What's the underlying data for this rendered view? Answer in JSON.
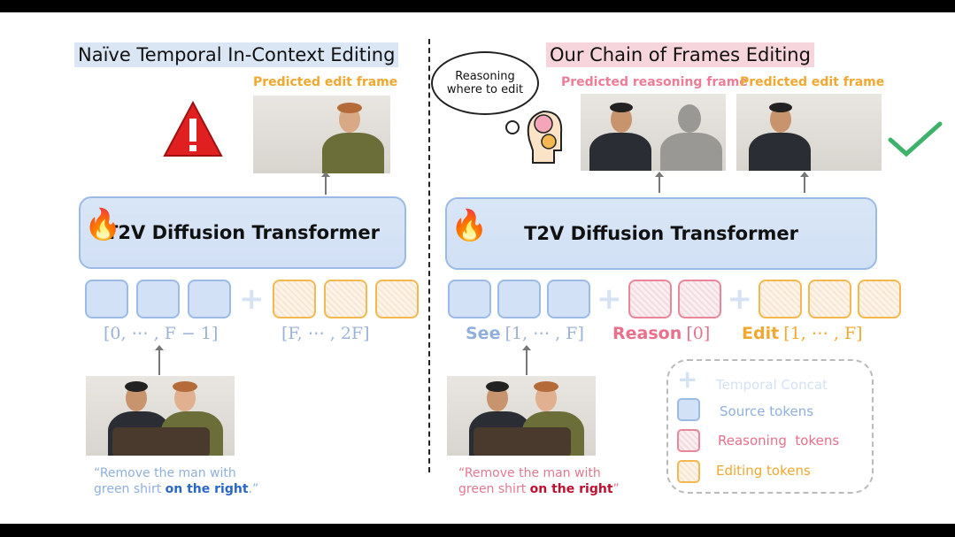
{
  "left": {
    "title": "Naïve Temporal In-Context Editing",
    "predicted_label": "Predicted edit frame",
    "model": "T2V Diffusion Transformer",
    "source_range": "[0, ⋯ , F − 1]",
    "edit_range": "[F, ⋯ , 2F]",
    "caption_prefix": "“Remove the man with green shirt ",
    "caption_highlight": "on the right",
    "caption_suffix": ".”",
    "warning_icon": "warning-triangle-icon"
  },
  "right": {
    "title": "Our Chain of Frames Editing",
    "thought": "Reasoning where to edit",
    "reasoning_label": "Predicted reasoning frame",
    "predicted_label": "Predicted edit frame",
    "model": "T2V Diffusion Transformer",
    "see_word": "See",
    "see_range": "[1, ⋯ , F]",
    "reason_word": "Reason",
    "reason_range": "[0]",
    "edit_word": "Edit",
    "edit_range": "[1, ⋯ , F]",
    "caption_prefix": "“Remove the man with green shirt ",
    "caption_highlight": "on the right",
    "caption_suffix": "”",
    "check_icon": "checkmark-icon"
  },
  "legend": {
    "concat": "Temporal Concat",
    "source": "Source tokens",
    "reasoning": "Reasoning  tokens",
    "editing": "Editing tokens"
  },
  "colors": {
    "source": "#9bbbe6",
    "reasoning": "#e8879a",
    "editing": "#f3b84f"
  }
}
